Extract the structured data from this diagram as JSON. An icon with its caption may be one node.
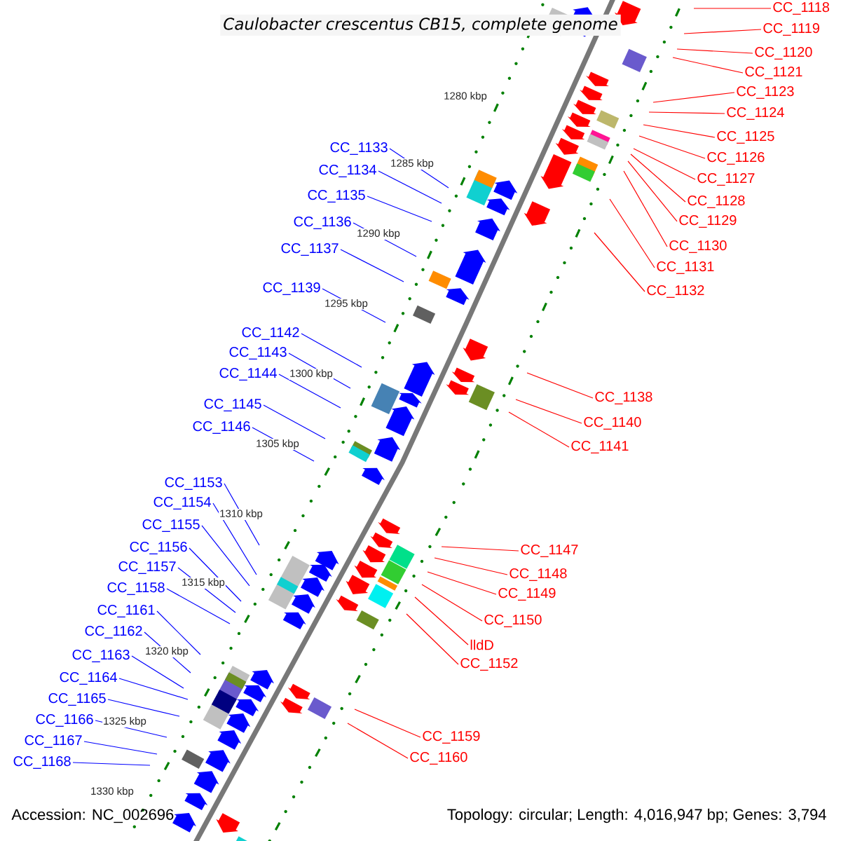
{
  "diagram": {
    "title": "*Caulobacter crescentus* CB15, complete genome",
    "nodes": [
      {
        "text": [
          "CC_1118"
        ]
      },
      {
        "text": [
          "CC_1119"
        ]
      },
      {
        "text": [
          "CC_1120"
        ]
      },
      {
        "text": [
          "CC_1121"
        ]
      },
      {
        "text": [
          "CC_1123"
        ]
      },
      {
        "text": [
          "CC_1124"
        ]
      },
      {
        "text": [
          "CC_1125"
        ]
      },
      {
        "text": [
          "CC_1126"
        ]
      },
      {
        "text": [
          "CC_1127"
        ]
      },
      {
        "text": [
          "CC_1128"
        ]
      },
      {
        "text": [
          "CC_1129"
        ]
      },
      {
        "text": [
          "CC_1130"
        ]
      },
      {
        "text": [
          "CC_1131"
        ]
      },
      {
        "text": [
          "CC_1132"
        ]
      },
      {
        "text": [
          "CC_1133"
        ]
      },
      {
        "text": [
          "CC_1134"
        ]
      },
      {
        "text": [
          "CC_1135"
        ]
      },
      {
        "text": [
          "CC_1136"
        ]
      },
      {
        "text": [
          "CC_1137"
        ]
      },
      {
        "text": [
          "CC_1139"
        ]
      },
      {
        "text": [
          "CC_1142"
        ]
      },
      {
        "text": [
          "CC_1143"
        ]
      },
      {
        "text": [
          "CC_1144"
        ]
      },
      {
        "text": [
          "CC_1145"
        ]
      },
      {
        "text": [
          "CC_1146"
        ]
      },
      {
        "text": [
          "CC_1138"
        ]
      },
      {
        "text": [
          "CC_1140"
        ]
      },
      {
        "text": [
          "CC_1141"
        ]
      },
      {
        "text": [
          "CC_1147"
        ]
      },
      {
        "text": [
          "CC_1148"
        ]
      },
      {
        "text": [
          "CC_1149"
        ]
      },
      {
        "text": [
          "CC_1150"
        ]
      },
      {
        "text": [
          "lldD"
        ]
      },
      {
        "text": [
          "CC_1152"
        ]
      },
      {
        "text": [
          "CC_1153"
        ]
      },
      {
        "text": [
          "CC_1154"
        ]
      },
      {
        "text": [
          "CC_1155"
        ]
      },
      {
        "text": [
          "CC_1156"
        ]
      },
      {
        "text": [
          "CC_1157"
        ]
      },
      {
        "text": [
          "CC_1158"
        ]
      },
      {
        "text": [
          "CC_1161"
        ]
      },
      {
        "text": [
          "CC_1162"
        ]
      },
      {
        "text": [
          "CC_1163"
        ]
      },
      {
        "text": [
          "CC_1164"
        ]
      },
      {
        "text": [
          "CC_1165"
        ]
      },
      {
        "text": [
          "CC_1166"
        ]
      },
      {
        "text": [
          "CC_1167"
        ]
      },
      {
        "text": [
          "CC_1168"
        ]
      },
      {
        "text": [
          "CC_1159"
        ]
      },
      {
        "text": [
          "CC_1160"
        ]
      }
    ],
    "edges": [
      {
        "from": 0,
        "to": null,
        "arrow": "none",
        "color": "#ff0000"
      },
      {
        "from": 1,
        "to": null,
        "arrow": "none",
        "color": "#ff0000"
      },
      {
        "from": 2,
        "to": null,
        "arrow": "none",
        "color": "#ff0000"
      },
      {
        "from": 3,
        "to": null,
        "arrow": "none",
        "color": "#ff0000"
      },
      {
        "from": 4,
        "to": null,
        "arrow": "none",
        "color": "#ff0000"
      },
      {
        "from": 5,
        "to": null,
        "arrow": "none",
        "color": "#ff0000"
      },
      {
        "from": 6,
        "to": null,
        "arrow": "none",
        "color": "#ff0000"
      },
      {
        "from": 7,
        "to": null,
        "arrow": "none",
        "color": "#ff0000"
      },
      {
        "from": 8,
        "to": null,
        "arrow": "none",
        "color": "#ff0000"
      },
      {
        "from": 9,
        "to": null,
        "arrow": "none",
        "color": "#ff0000"
      },
      {
        "from": 10,
        "to": null,
        "arrow": "none",
        "color": "#ff0000"
      },
      {
        "from": 11,
        "to": null,
        "arrow": "none",
        "color": "#ff0000"
      },
      {
        "from": 12,
        "to": null,
        "arrow": "none",
        "color": "#ff0000"
      },
      {
        "from": 13,
        "to": null,
        "arrow": "none",
        "color": "#ff0000"
      },
      {
        "from": 14,
        "to": null,
        "arrow": "none",
        "color": "#0000ff"
      },
      {
        "from": 15,
        "to": null,
        "arrow": "none",
        "color": "#0000ff"
      },
      {
        "from": 16,
        "to": null,
        "arrow": "none",
        "color": "#0000ff"
      },
      {
        "from": 17,
        "to": null,
        "arrow": "none",
        "color": "#0000ff"
      },
      {
        "from": 18,
        "to": null,
        "arrow": "none",
        "color": "#0000ff"
      },
      {
        "from": 19,
        "to": null,
        "arrow": "none",
        "color": "#0000ff"
      },
      {
        "from": 20,
        "to": null,
        "arrow": "none",
        "color": "#0000ff"
      },
      {
        "from": 21,
        "to": null,
        "arrow": "none",
        "color": "#0000ff"
      },
      {
        "from": 22,
        "to": null,
        "arrow": "none",
        "color": "#0000ff"
      },
      {
        "from": 23,
        "to": null,
        "arrow": "none",
        "color": "#0000ff"
      },
      {
        "from": 24,
        "to": null,
        "arrow": "none",
        "color": "#0000ff"
      },
      {
        "from": 25,
        "to": null,
        "arrow": "none",
        "color": "#ff0000"
      },
      {
        "from": 26,
        "to": null,
        "arrow": "none",
        "color": "#ff0000"
      },
      {
        "from": 27,
        "to": null,
        "arrow": "none",
        "color": "#ff0000"
      },
      {
        "from": 28,
        "to": null,
        "arrow": "none",
        "color": "#ff0000"
      },
      {
        "from": 29,
        "to": null,
        "arrow": "none",
        "color": "#ff0000"
      },
      {
        "from": 30,
        "to": null,
        "arrow": "none",
        "color": "#ff0000"
      },
      {
        "from": 31,
        "to": null,
        "arrow": "none",
        "color": "#ff0000"
      },
      {
        "from": 32,
        "to": null,
        "arrow": "none",
        "color": "#ff0000"
      },
      {
        "from": 33,
        "to": null,
        "arrow": "none",
        "color": "#ff0000"
      },
      {
        "from": 34,
        "to": null,
        "arrow": "none",
        "color": "#0000ff"
      },
      {
        "from": 35,
        "to": null,
        "arrow": "none",
        "color": "#0000ff"
      },
      {
        "from": 36,
        "to": null,
        "arrow": "none",
        "color": "#0000ff"
      },
      {
        "from": 37,
        "to": null,
        "arrow": "none",
        "color": "#0000ff"
      },
      {
        "from": 38,
        "to": null,
        "arrow": "none",
        "color": "#0000ff"
      },
      {
        "from": 39,
        "to": null,
        "arrow": "none",
        "color": "#0000ff"
      },
      {
        "from": 40,
        "to": null,
        "arrow": "none",
        "color": "#0000ff"
      },
      {
        "from": 41,
        "to": null,
        "arrow": "none",
        "color": "#0000ff"
      },
      {
        "from": 42,
        "to": null,
        "arrow": "none",
        "color": "#0000ff"
      },
      {
        "from": 43,
        "to": null,
        "arrow": "none",
        "color": "#0000ff"
      },
      {
        "from": 44,
        "to": null,
        "arrow": "none",
        "color": "#0000ff"
      },
      {
        "from": 45,
        "to": null,
        "arrow": "none",
        "color": "#0000ff"
      },
      {
        "from": 46,
        "to": null,
        "arrow": "none",
        "color": "#0000ff"
      },
      {
        "from": 47,
        "to": null,
        "arrow": "none",
        "color": "#0000ff"
      },
      {
        "from": 48,
        "to": null,
        "arrow": "none",
        "color": "#ff0000"
      },
      {
        "from": 49,
        "to": null,
        "arrow": "none",
        "color": "#ff0000"
      }
    ],
    "labels": [
      "1280 kbp",
      "1285 kbp",
      "1290 kbp",
      "1295 kbp",
      "1300 kbp",
      "1305 kbp",
      "1310 kbp",
      "1315 kbp",
      "1320 kbp",
      "1325 kbp",
      "1330 kbp",
      "Accession: NC_002696",
      "Topology: circular; Length: 4,016,947 bp; Genes: 3,794"
    ]
  }
}
